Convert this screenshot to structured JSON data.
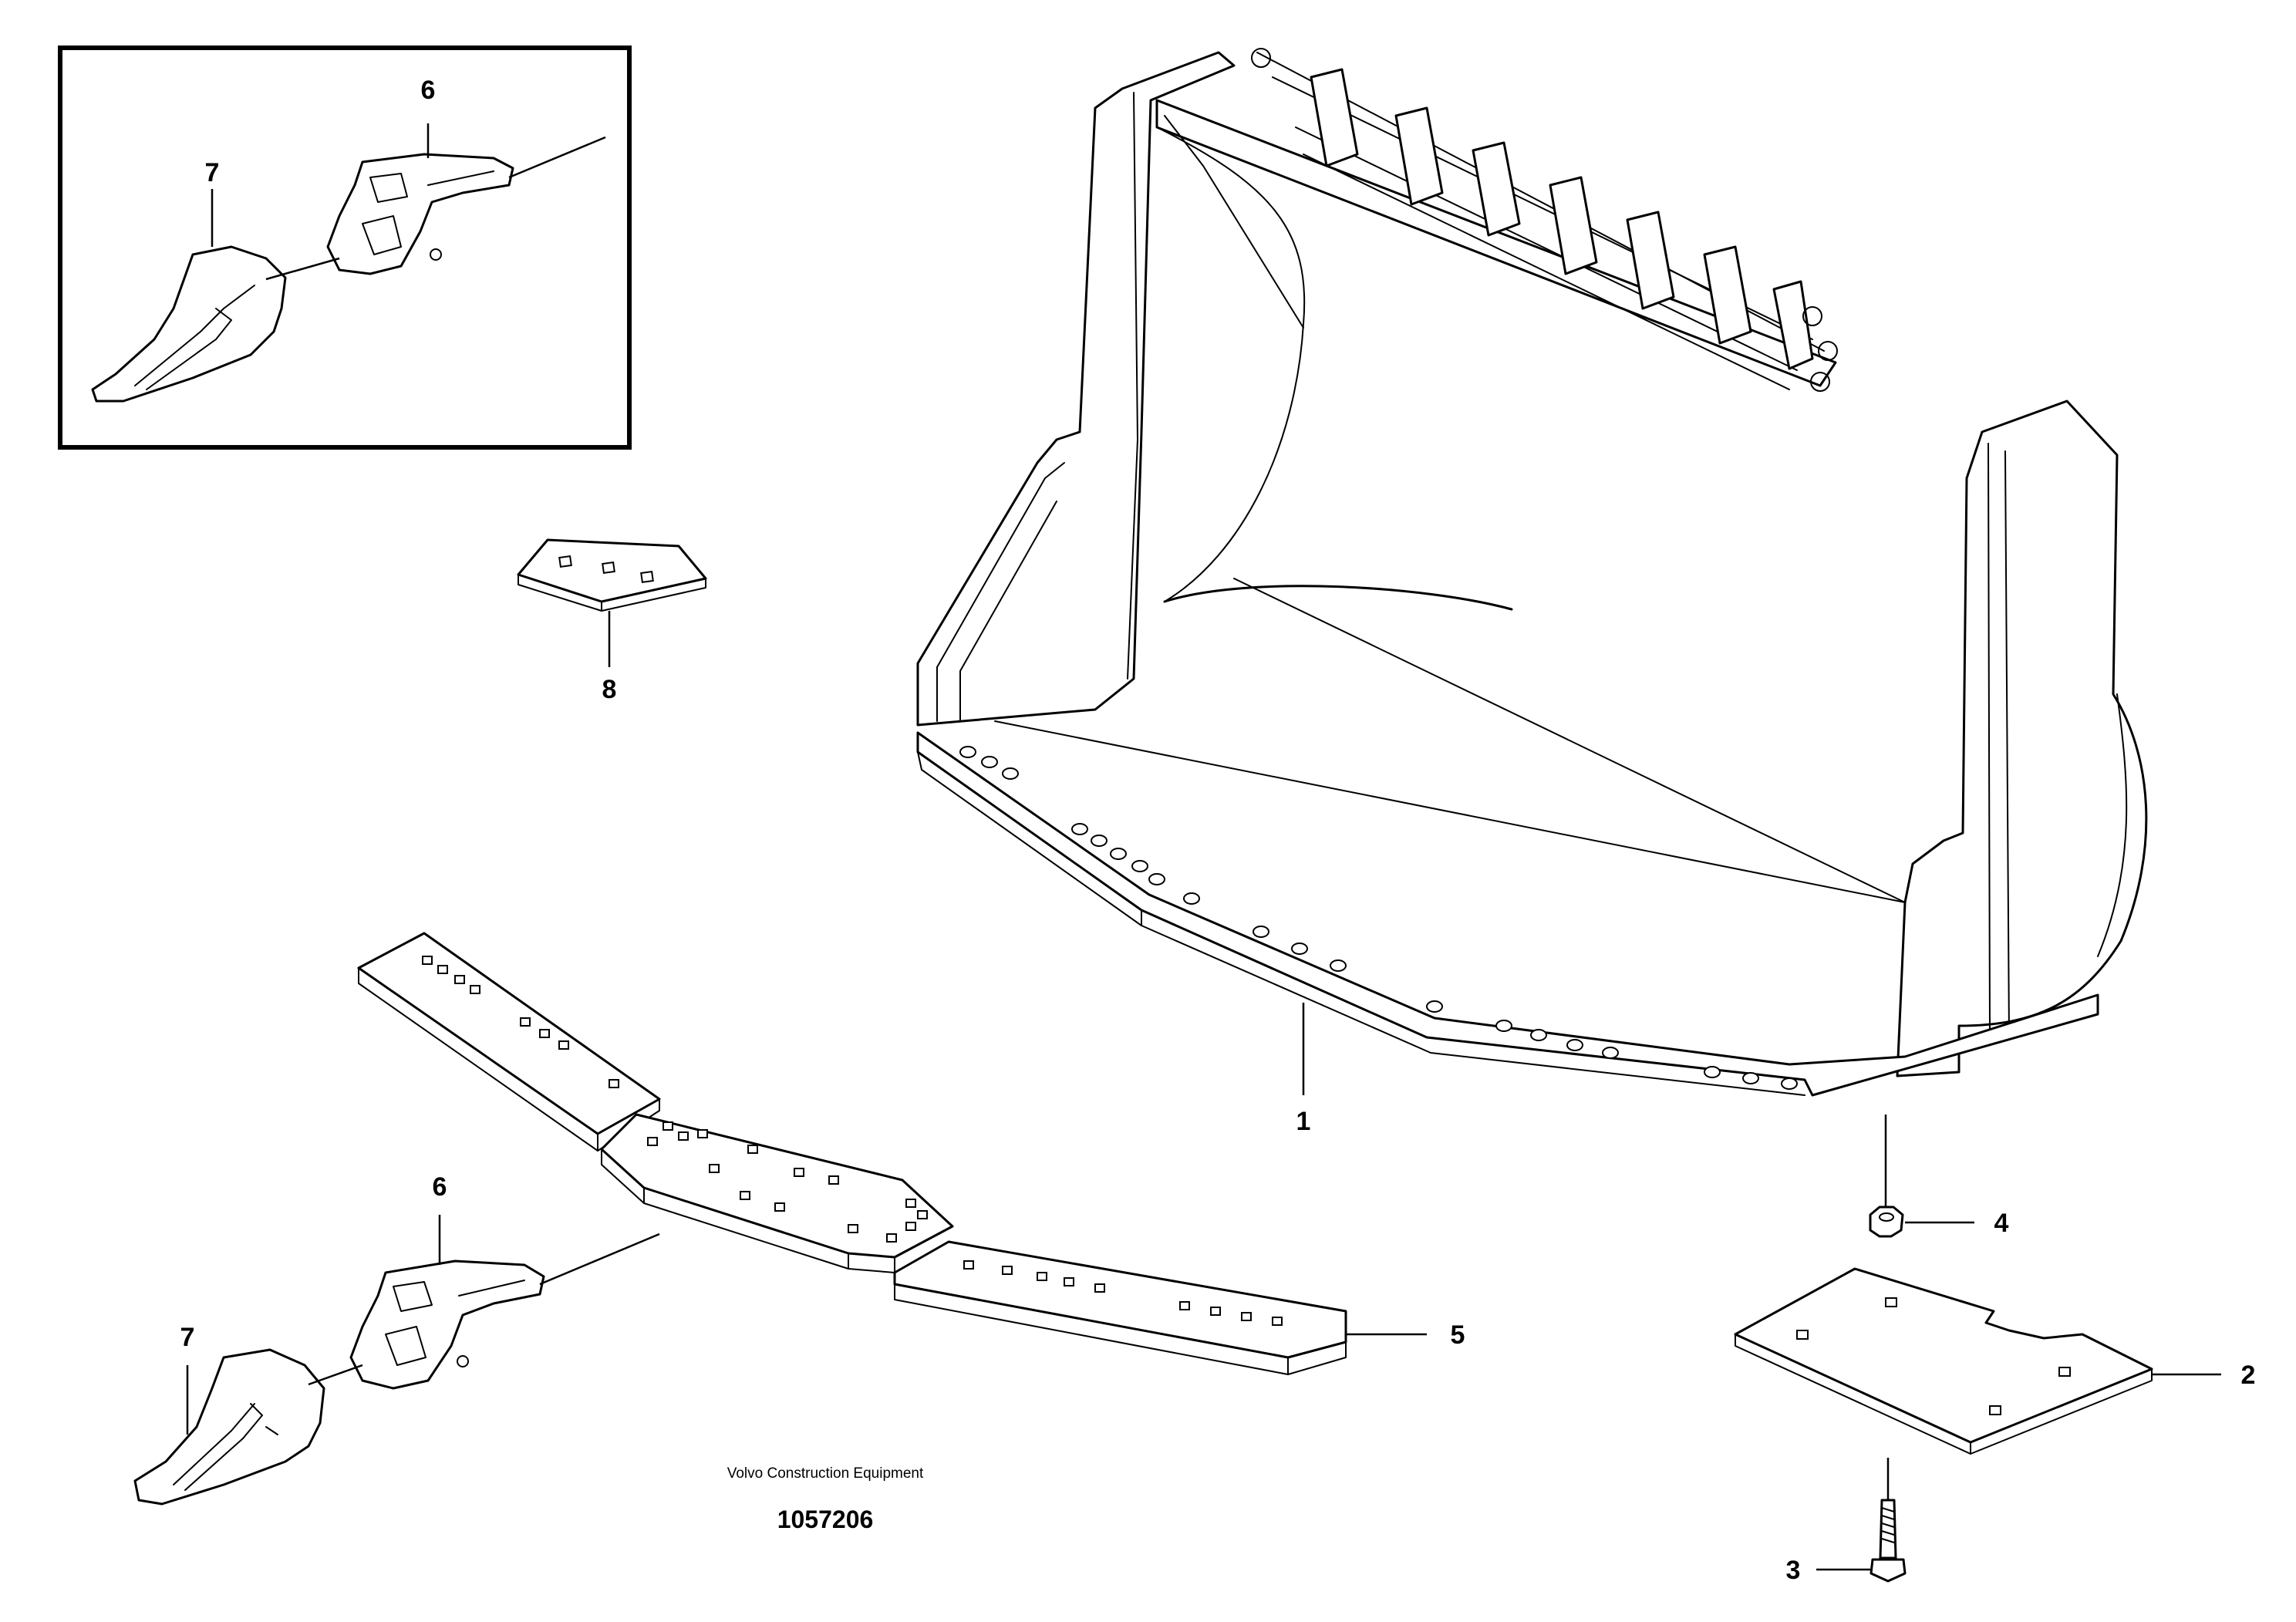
{
  "callouts": {
    "c1": "1",
    "c2": "2",
    "c3": "3",
    "c4": "4",
    "c5": "5",
    "c6_inset": "6",
    "c7_inset": "7",
    "c6": "6",
    "c7": "7",
    "c8": "8"
  },
  "footer": {
    "company": "Volvo Construction Equipment",
    "document_number": "1057206"
  }
}
